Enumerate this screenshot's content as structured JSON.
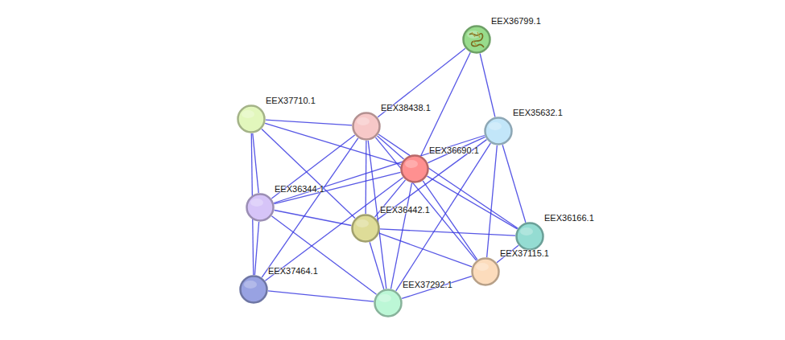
{
  "diagram": {
    "nodes": [
      {
        "text": [
          "EEX36799.1"
        ]
      },
      {
        "text": [
          "EEX37710.1"
        ]
      },
      {
        "text": [
          "EEX38438.1"
        ]
      },
      {
        "text": [
          "EEX35632.1"
        ]
      },
      {
        "text": [
          "EEX36690.1"
        ]
      },
      {
        "text": [
          "EEX36344.1"
        ]
      },
      {
        "text": [
          "EEX36442.1"
        ]
      },
      {
        "text": [
          "EEX36166.1"
        ]
      },
      {
        "text": [
          "EEX37115.1"
        ]
      },
      {
        "text": [
          "EEX37464.1"
        ]
      },
      {
        "text": [
          "EEX37292.1"
        ]
      }
    ],
    "edges": [
      {
        "from": 0,
        "to": 2,
        "arrow": "none"
      },
      {
        "from": 0,
        "to": 4,
        "arrow": "none"
      },
      {
        "from": 0,
        "to": 3,
        "arrow": "none"
      },
      {
        "from": 1,
        "to": 2,
        "arrow": "none"
      },
      {
        "from": 1,
        "to": 4,
        "arrow": "none"
      },
      {
        "from": 1,
        "to": 5,
        "arrow": "none"
      },
      {
        "from": 1,
        "to": 9,
        "arrow": "none"
      },
      {
        "from": 1,
        "to": 6,
        "arrow": "none"
      },
      {
        "from": 2,
        "to": 4,
        "arrow": "none"
      },
      {
        "from": 2,
        "to": 5,
        "arrow": "none"
      },
      {
        "from": 2,
        "to": 9,
        "arrow": "none"
      },
      {
        "from": 2,
        "to": 6,
        "arrow": "none"
      },
      {
        "from": 2,
        "to": 10,
        "arrow": "none"
      },
      {
        "from": 2,
        "to": 8,
        "arrow": "none"
      },
      {
        "from": 2,
        "to": 7,
        "arrow": "none"
      },
      {
        "from": 3,
        "to": 4,
        "arrow": "none"
      },
      {
        "from": 3,
        "to": 5,
        "arrow": "none"
      },
      {
        "from": 3,
        "to": 6,
        "arrow": "none"
      },
      {
        "from": 3,
        "to": 10,
        "arrow": "none"
      },
      {
        "from": 3,
        "to": 8,
        "arrow": "none"
      },
      {
        "from": 3,
        "to": 7,
        "arrow": "none"
      },
      {
        "from": 4,
        "to": 5,
        "arrow": "none"
      },
      {
        "from": 4,
        "to": 6,
        "arrow": "none"
      },
      {
        "from": 4,
        "to": 9,
        "arrow": "none"
      },
      {
        "from": 4,
        "to": 10,
        "arrow": "none"
      },
      {
        "from": 4,
        "to": 8,
        "arrow": "none"
      },
      {
        "from": 4,
        "to": 7,
        "arrow": "none"
      },
      {
        "from": 5,
        "to": 6,
        "arrow": "none"
      },
      {
        "from": 5,
        "to": 9,
        "arrow": "none"
      },
      {
        "from": 5,
        "to": 10,
        "arrow": "none"
      },
      {
        "from": 6,
        "to": 7,
        "arrow": "none"
      },
      {
        "from": 6,
        "to": 10,
        "arrow": "none"
      },
      {
        "from": 6,
        "to": 8,
        "arrow": "none"
      },
      {
        "from": 9,
        "to": 10,
        "arrow": "none"
      },
      {
        "from": 10,
        "to": 8,
        "arrow": "none"
      },
      {
        "from": 8,
        "to": 7,
        "arrow": "none"
      }
    ]
  }
}
